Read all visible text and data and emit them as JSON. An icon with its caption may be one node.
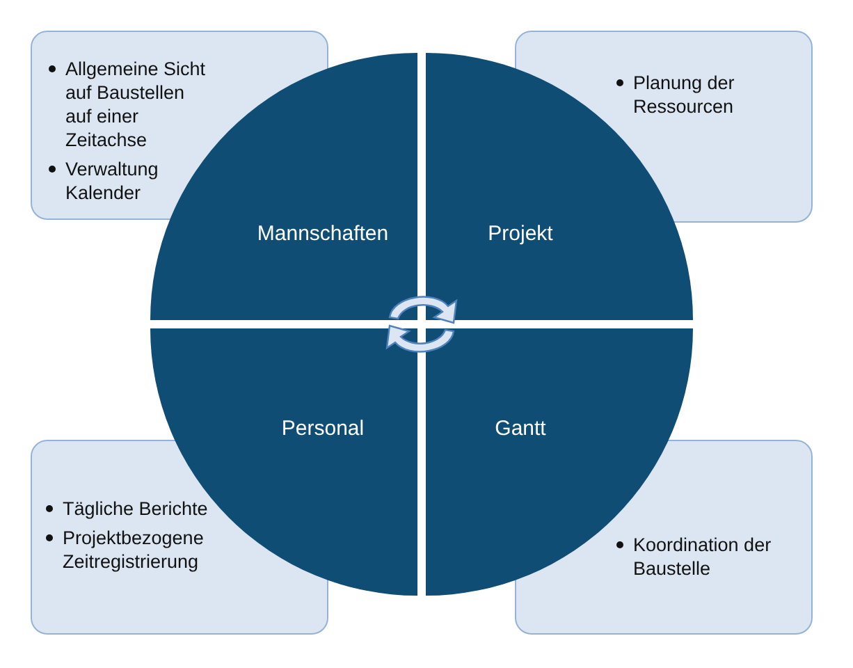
{
  "diagram": {
    "nodes": [
      {
        "text": [
          "Allgemeine Sicht auf Baustellen auf einer Zeitachse",
          "Verwaltung Kalender"
        ]
      },
      {
        "text": [
          "Planung der Ressourcen"
        ]
      },
      {
        "text": [
          "Mannschaften"
        ]
      },
      {
        "text": [
          "Projekt"
        ]
      },
      {
        "text": [
          "Personal"
        ]
      },
      {
        "text": [
          "Gantt"
        ]
      },
      {
        "text": [
          "Tägliche Berichte",
          "Projektbezogene Zeitregistrierung"
        ]
      },
      {
        "text": [
          "Koordination der Baustelle"
        ]
      }
    ]
  }
}
